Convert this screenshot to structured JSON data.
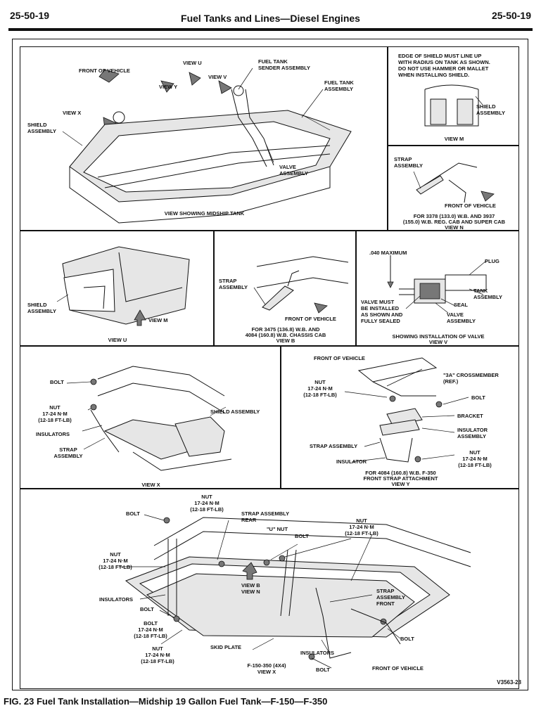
{
  "header": {
    "page_left": "25-50-19",
    "title": "Fuel Tanks and Lines—Diesel Engines",
    "page_right": "25-50-19"
  },
  "figure_caption": "FIG. 23  Fuel Tank Installation—Midship 19 Gallon Fuel Tank—F-150—F-350",
  "figure_code": "V3563-28",
  "panel_midship": {
    "front_of_vehicle": "FRONT OF VEHICLE",
    "view_u": "VIEW U",
    "view_v": "VIEW V",
    "view_y": "VIEW Y",
    "view_x": "VIEW X",
    "shield_assembly": "SHIELD\nASSEMBLY",
    "sender": "FUEL TANK\nSENDER ASSEMBLY",
    "fuel_tank_assembly": "FUEL TANK\nASSEMBLY",
    "valve_assembly": "VALVE\nASSEMBLY",
    "caption": "VIEW SHOWING MIDSHIP TANK"
  },
  "panel_view_m": {
    "note": "EDGE OF SHIELD MUST LINE UP\nWITH RADIUS ON TANK AS SHOWN.\nDO NOT USE HAMMER OR MALLET\nWHEN INSTALLING SHIELD.",
    "shield_assembly": "SHIELD\nASSEMBLY",
    "caption": "VIEW M"
  },
  "panel_view_n": {
    "strap_assembly": "STRAP\nASSEMBLY",
    "front_of_vehicle": "FRONT OF VEHICLE",
    "caption": "FOR 3378 (133.0) W.B. AND 3937\n(155.0) W.B. REG. CAB AND SUPER CAB\nVIEW N"
  },
  "panel_view_u": {
    "shield_assembly": "SHIELD\nASSEMBLY",
    "view_m": "VIEW M",
    "caption": "VIEW U"
  },
  "panel_view_b": {
    "strap_assembly": "STRAP\nASSEMBLY",
    "front_of_vehicle": "FRONT OF VEHICLE",
    "caption": "FOR 3475 (136.8) W.B. AND\n4084 (160.8) W.B. CHASSIS CAB\nVIEW B"
  },
  "panel_view_v": {
    "max": ".040 MAXIMUM",
    "plug": "PLUG",
    "tank_assembly": "TANK\nASSEMBLY",
    "seal": "SEAL",
    "valve_note": "VALVE MUST\nBE INSTALLED\nAS SHOWN AND\nFULLY SEALED",
    "valve_assembly": "VALVE\nASSEMBLY",
    "caption": "SHOWING INSTALLATION OF VALVE\nVIEW V"
  },
  "panel_view_x": {
    "bolt": "BOLT",
    "nut": "NUT\n17-24 N·m\n(12-18 FT-LB)",
    "insulators": "INSULATORS",
    "strap_assembly": "STRAP\nASSEMBLY",
    "shield_assembly": "SHIELD ASSEMBLY",
    "caption": "VIEW X"
  },
  "panel_view_y": {
    "front_of_vehicle": "FRONT OF VEHICLE",
    "nut_top": "NUT\n17-24 N·m\n(12-18 FT-LB)",
    "crossmember": "\"3A\" CROSSMEMBER\n(REF.)",
    "bolt": "BOLT",
    "bracket": "BRACKET",
    "insulator_assembly": "INSULATOR\nASSEMBLY",
    "strap_assembly": "STRAP ASSEMBLY",
    "insulator": "INSULATOR",
    "nut_bottom": "NUT\n17-24 N·m\n(12-18 FT-LB)",
    "caption": "FOR 4084 (160.8) W.B. F-350\nFRONT STRAP ATTACHMENT\nVIEW Y"
  },
  "panel_4x4": {
    "nut_top": "NUT\n17-24 N·m\n(12-18 FT-LB)",
    "bolt_top": "BOLT",
    "strap_rear": "STRAP ASSEMBLY\nREAR",
    "u_nut": "\"U\" NUT",
    "bolt_mid": "BOLT",
    "nut_right": "NUT\n17-24 N·m\n(12-18 FT-LB)",
    "nut_left": "NUT\n17-24 N·m\n(12-18 FT-LB)",
    "view_bn": "VIEW B\nVIEW N",
    "insulators_left": "INSULATORS",
    "bolt_left": "BOLT",
    "bolt_torque": "BOLT\n17-24 N·m\n(12-18 FT-LB)",
    "strap_front": "STRAP\nASSEMBLY\nFRONT",
    "nut_bottom": "NUT\n17-24 N·m\n(12-18 FT-LB)",
    "skid_plate": "SKID PLATE",
    "insulators_bottom": "INSULATORS",
    "bolt_right": "BOLT",
    "bolt_bottom": "BOLT",
    "front_of_vehicle": "FRONT OF VEHICLE",
    "caption": "F-150-350 (4X4)\nVIEW X"
  }
}
